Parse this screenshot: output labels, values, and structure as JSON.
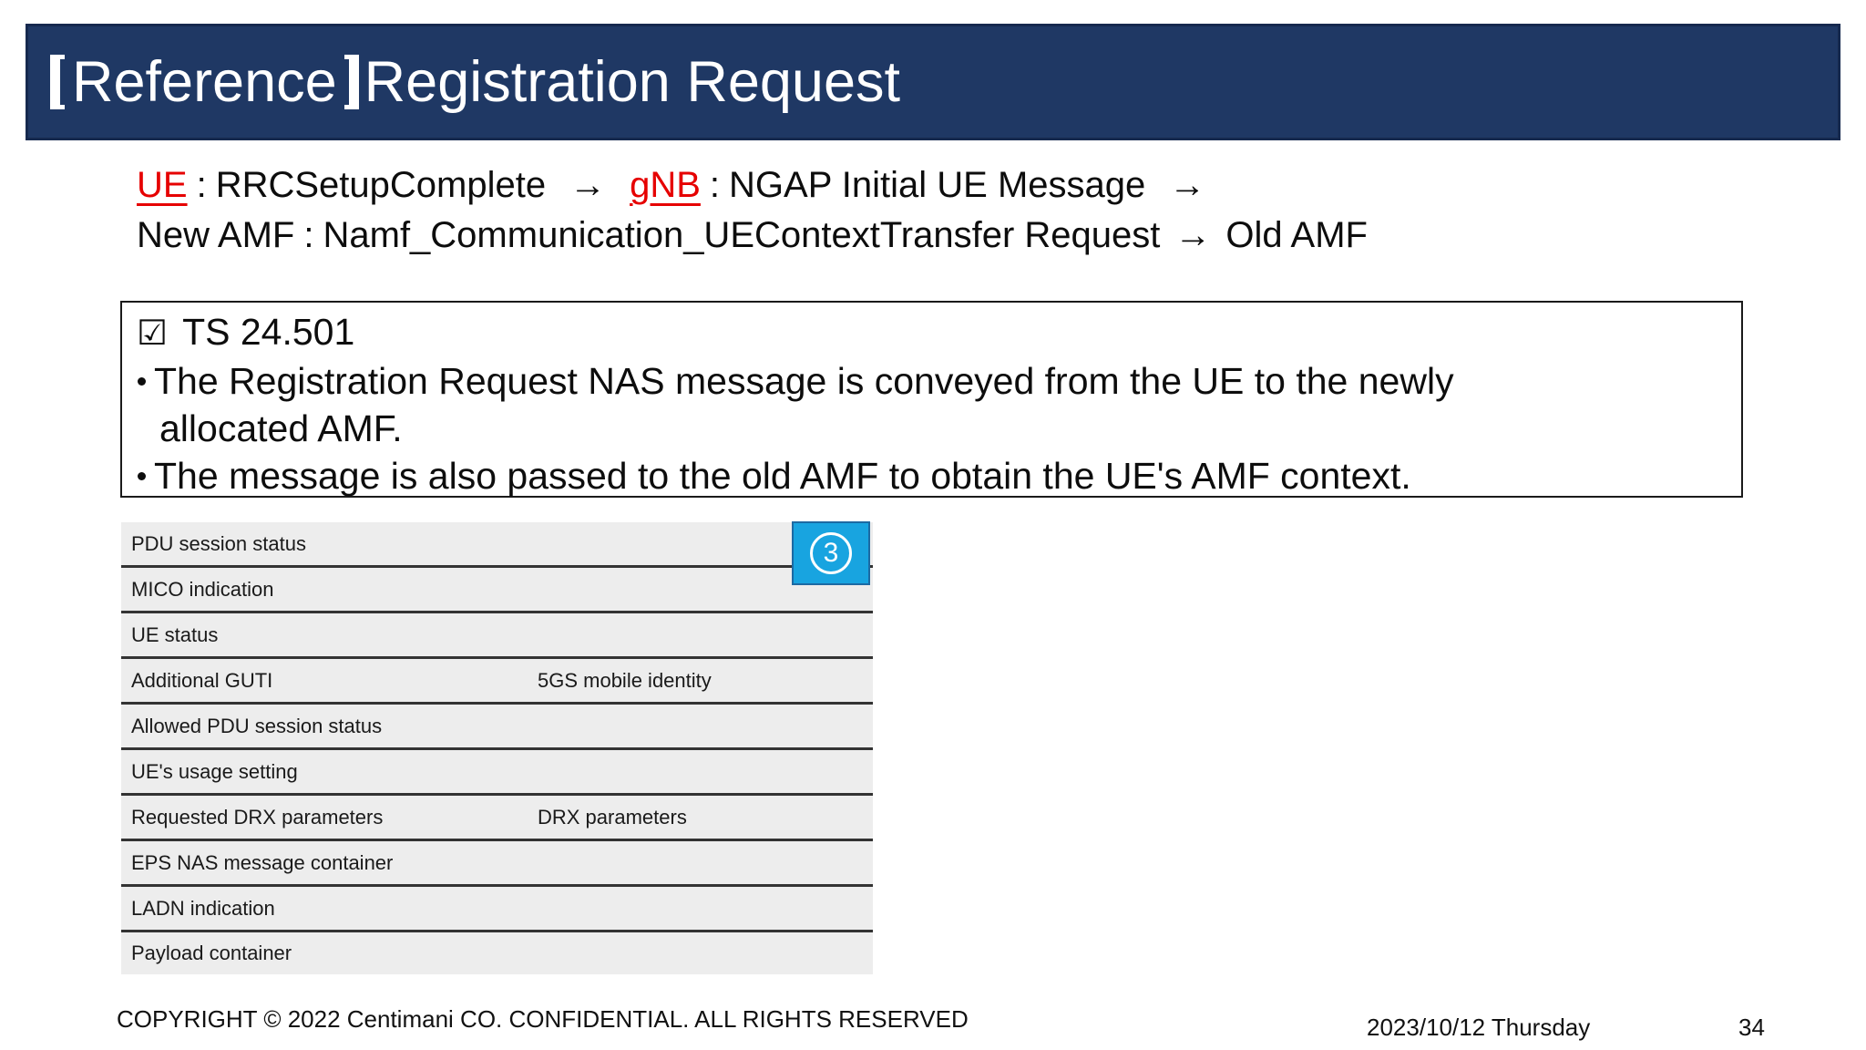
{
  "title": {
    "text": "【Reference】Registration Request",
    "bracket_word": "Reference",
    "rest": "Registration Request"
  },
  "flow": {
    "line1": {
      "src": "UE",
      "sep1": ":",
      "msg1": "RRCSetupComplete",
      "arrow1": "→",
      "node": "gNB",
      "sep2": ":",
      "msg2": "NGAP Initial UE Message",
      "arrow2": "→"
    },
    "line2": {
      "src": "New AMF",
      "sep": ":",
      "msg": "Namf_Communication_UEContextTransfer Request",
      "arrow": "→",
      "dest": "Old AMF"
    }
  },
  "spec_box": {
    "check_icon": "☑",
    "spec": "TS 24.501",
    "bullet1_line1": "The Registration Request NAS message is conveyed from the UE to the newly",
    "bullet1_line2": "allocated AMF.",
    "bullet2": "The message is also passed to the old AMF to obtain the UE's AMF context."
  },
  "ie_table": {
    "rows": [
      {
        "label": "PDU session status",
        "value": ""
      },
      {
        "label": "MICO indication",
        "value": ""
      },
      {
        "label": "UE status",
        "value": ""
      },
      {
        "label": "Additional GUTI",
        "value": "5GS mobile identity"
      },
      {
        "label": "Allowed PDU session status",
        "value": ""
      },
      {
        "label": "UE's usage setting",
        "value": ""
      },
      {
        "label": "Requested DRX parameters",
        "value": "DRX parameters"
      },
      {
        "label": "EPS NAS message container",
        "value": ""
      },
      {
        "label": "LADN indication",
        "value": ""
      },
      {
        "label": "Payload container",
        "value": ""
      }
    ]
  },
  "badge": {
    "number": "3"
  },
  "footer": {
    "copyright": "COPYRIGHT © 2022 Centimani CO. CONFIDENTIAL. ALL RIGHTS RESERVED",
    "date": "2023/10/12 Thursday",
    "page": "34"
  },
  "colors": {
    "header_bg": "#1f3864",
    "header_border": "#16294e",
    "accent_red": "#e60000",
    "badge_bg": "#18a4e0",
    "badge_border": "#1c6aa3",
    "row_bg": "#ededed",
    "row_line": "#333333"
  }
}
